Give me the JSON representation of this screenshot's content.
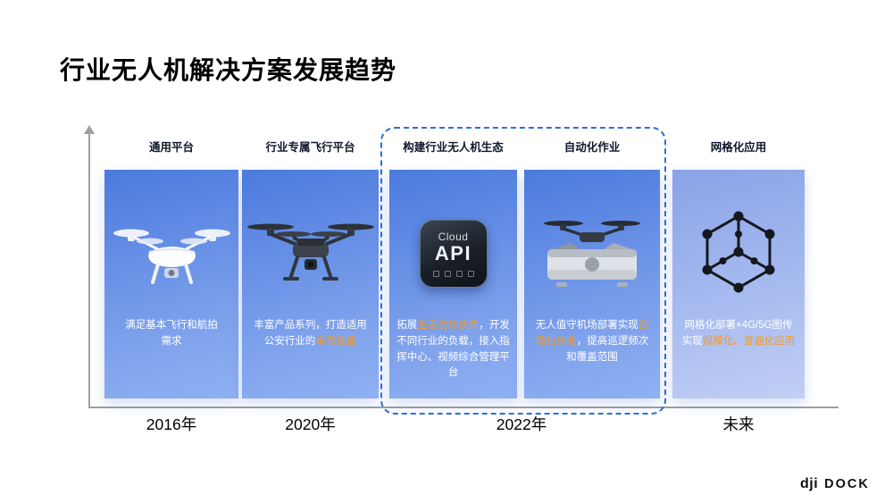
{
  "title": "行业无人机解决方案发展趋势",
  "colors": {
    "accent_highlight": "#f59a23",
    "card_blue_top": "#4b7ade",
    "card_blue_bottom": "#8fb0f2",
    "card_light_top": "#8aa3e7",
    "card_light_bottom": "#c2cff5",
    "group_outline": "#2e6fd8",
    "axis": "#9aa0a6"
  },
  "columns": [
    {
      "header": "通用平台",
      "icon": "phantom-drone",
      "desc": [
        {
          "text": "满足基本飞行和航拍需求",
          "highlight": false
        }
      ]
    },
    {
      "header": "行业专属飞行平台",
      "icon": "matrice-drone",
      "desc": [
        {
          "text": "丰富产品系列，打造适用公安行业的",
          "highlight": false
        },
        {
          "text": "单兵装备",
          "highlight": true
        }
      ]
    },
    {
      "header": "构建行业无人机生态",
      "icon": "cloud-api",
      "desc": [
        {
          "text": "拓展",
          "highlight": false
        },
        {
          "text": "生态合作伙伴",
          "highlight": true
        },
        {
          "text": "，开发不同行业的负载，接入指挥中心、视频综合管理平台",
          "highlight": false
        }
      ]
    },
    {
      "header": "自动化作业",
      "icon": "dock-drone",
      "desc": [
        {
          "text": "无人值守机场部署实现",
          "highlight": false
        },
        {
          "text": "自动化作业",
          "highlight": true
        },
        {
          "text": "，提高巡逻频次和覆盖范围",
          "highlight": false
        }
      ]
    },
    {
      "header": "网格化应用",
      "icon": "mesh-network",
      "desc": [
        {
          "text": "网格化部署+4G/5G图传实现",
          "highlight": false
        },
        {
          "text": "规模化、普遍化应用",
          "highlight": true
        }
      ]
    }
  ],
  "cloud_api": {
    "line1": "Cloud",
    "line2": "API"
  },
  "years": [
    {
      "label": "2016年"
    },
    {
      "label": "2020年"
    },
    {
      "label": "2022年"
    },
    {
      "label": "未来"
    }
  ],
  "logo": {
    "brand": "dji",
    "product": "DOCK"
  }
}
